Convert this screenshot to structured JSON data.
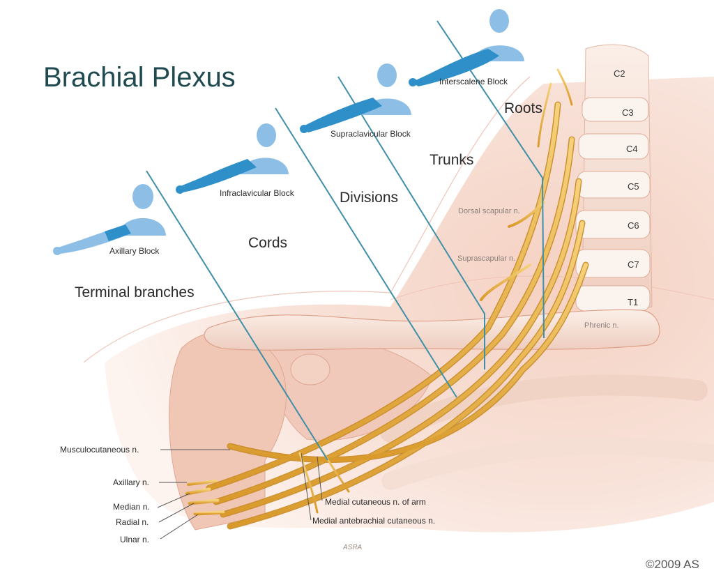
{
  "title": "Brachial Plexus",
  "regions": {
    "roots": "Roots",
    "trunks": "Trunks",
    "divisions": "Divisions",
    "cords": "Cords",
    "terminal_branches": "Terminal branches"
  },
  "blocks": {
    "interscalene": "Interscalene Block",
    "supraclavicular": "Supraclavicular Block",
    "infraclavicular": "Infraclavicular Block",
    "axillary": "Axillary Block"
  },
  "vertebrae": [
    "C2",
    "C3",
    "C4",
    "C5",
    "C6",
    "C7",
    "T1"
  ],
  "nerves": {
    "dorsal_scapular": "Dorsal scapular n.",
    "suprascapular": "Suprascapular n.",
    "phrenic": "Phrenic n.",
    "musculocutaneous": "Musculocutaneous n.",
    "axillary": "Axillary n.",
    "median": "Median n.",
    "radial": "Radial n.",
    "ulnar": "Ulnar n.",
    "medial_cutaneous_arm": "Medial cutaneous n. of arm",
    "medial_antebrachial": "Medial antebrachial cutaneous n."
  },
  "signature": "ASRA",
  "copyright": "©2009 AS",
  "colors": {
    "title": "#1f4a4f",
    "figure": "#8dbfe6",
    "arm_highlight": "#2f8fc9",
    "block_line": "#3f8fa8",
    "nerve": "#e7b042",
    "tissue": "#f4d8cc",
    "bone": "#f6e6dc"
  }
}
